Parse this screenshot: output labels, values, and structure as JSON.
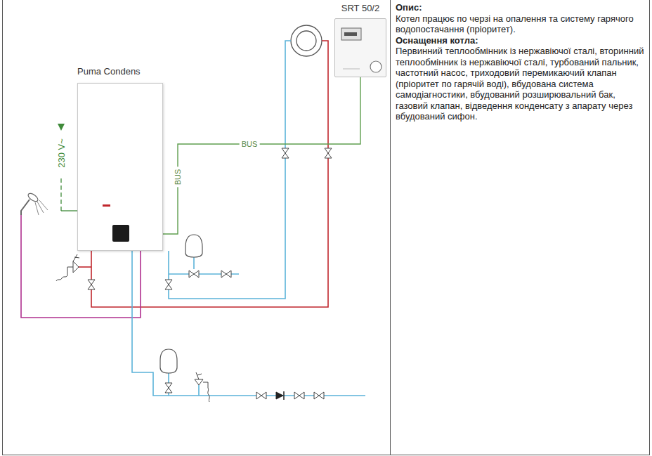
{
  "diagram": {
    "nodes": [
      {
        "text": [
          "SRT 50/2"
        ]
      },
      {
        "text": [
          "Puma Condens"
        ]
      }
    ],
    "edges": [
      {
        "from": 0,
        "to": 1,
        "arrow": "none",
        "label": "BUS"
      }
    ],
    "labels": [
      "BUS",
      "230 V~",
      "Опис:",
      "Котел працює по черзі на опалення та систему гарячого водопостачання (пріоритет).",
      "Оснащення котла:",
      "Первинний теплообмінник із нержавіючої сталі, вторинний теплообмінник із нержавіючої сталі, турбований пальник, частотний насос, триходовий перемикаючий клапан (пріоритет по гарячій воді), вбудована система самодіагностики, вбудований розширювальний бак, газовий клапан, відведення конденсату з апарату через вбудований сифон."
    ]
  }
}
